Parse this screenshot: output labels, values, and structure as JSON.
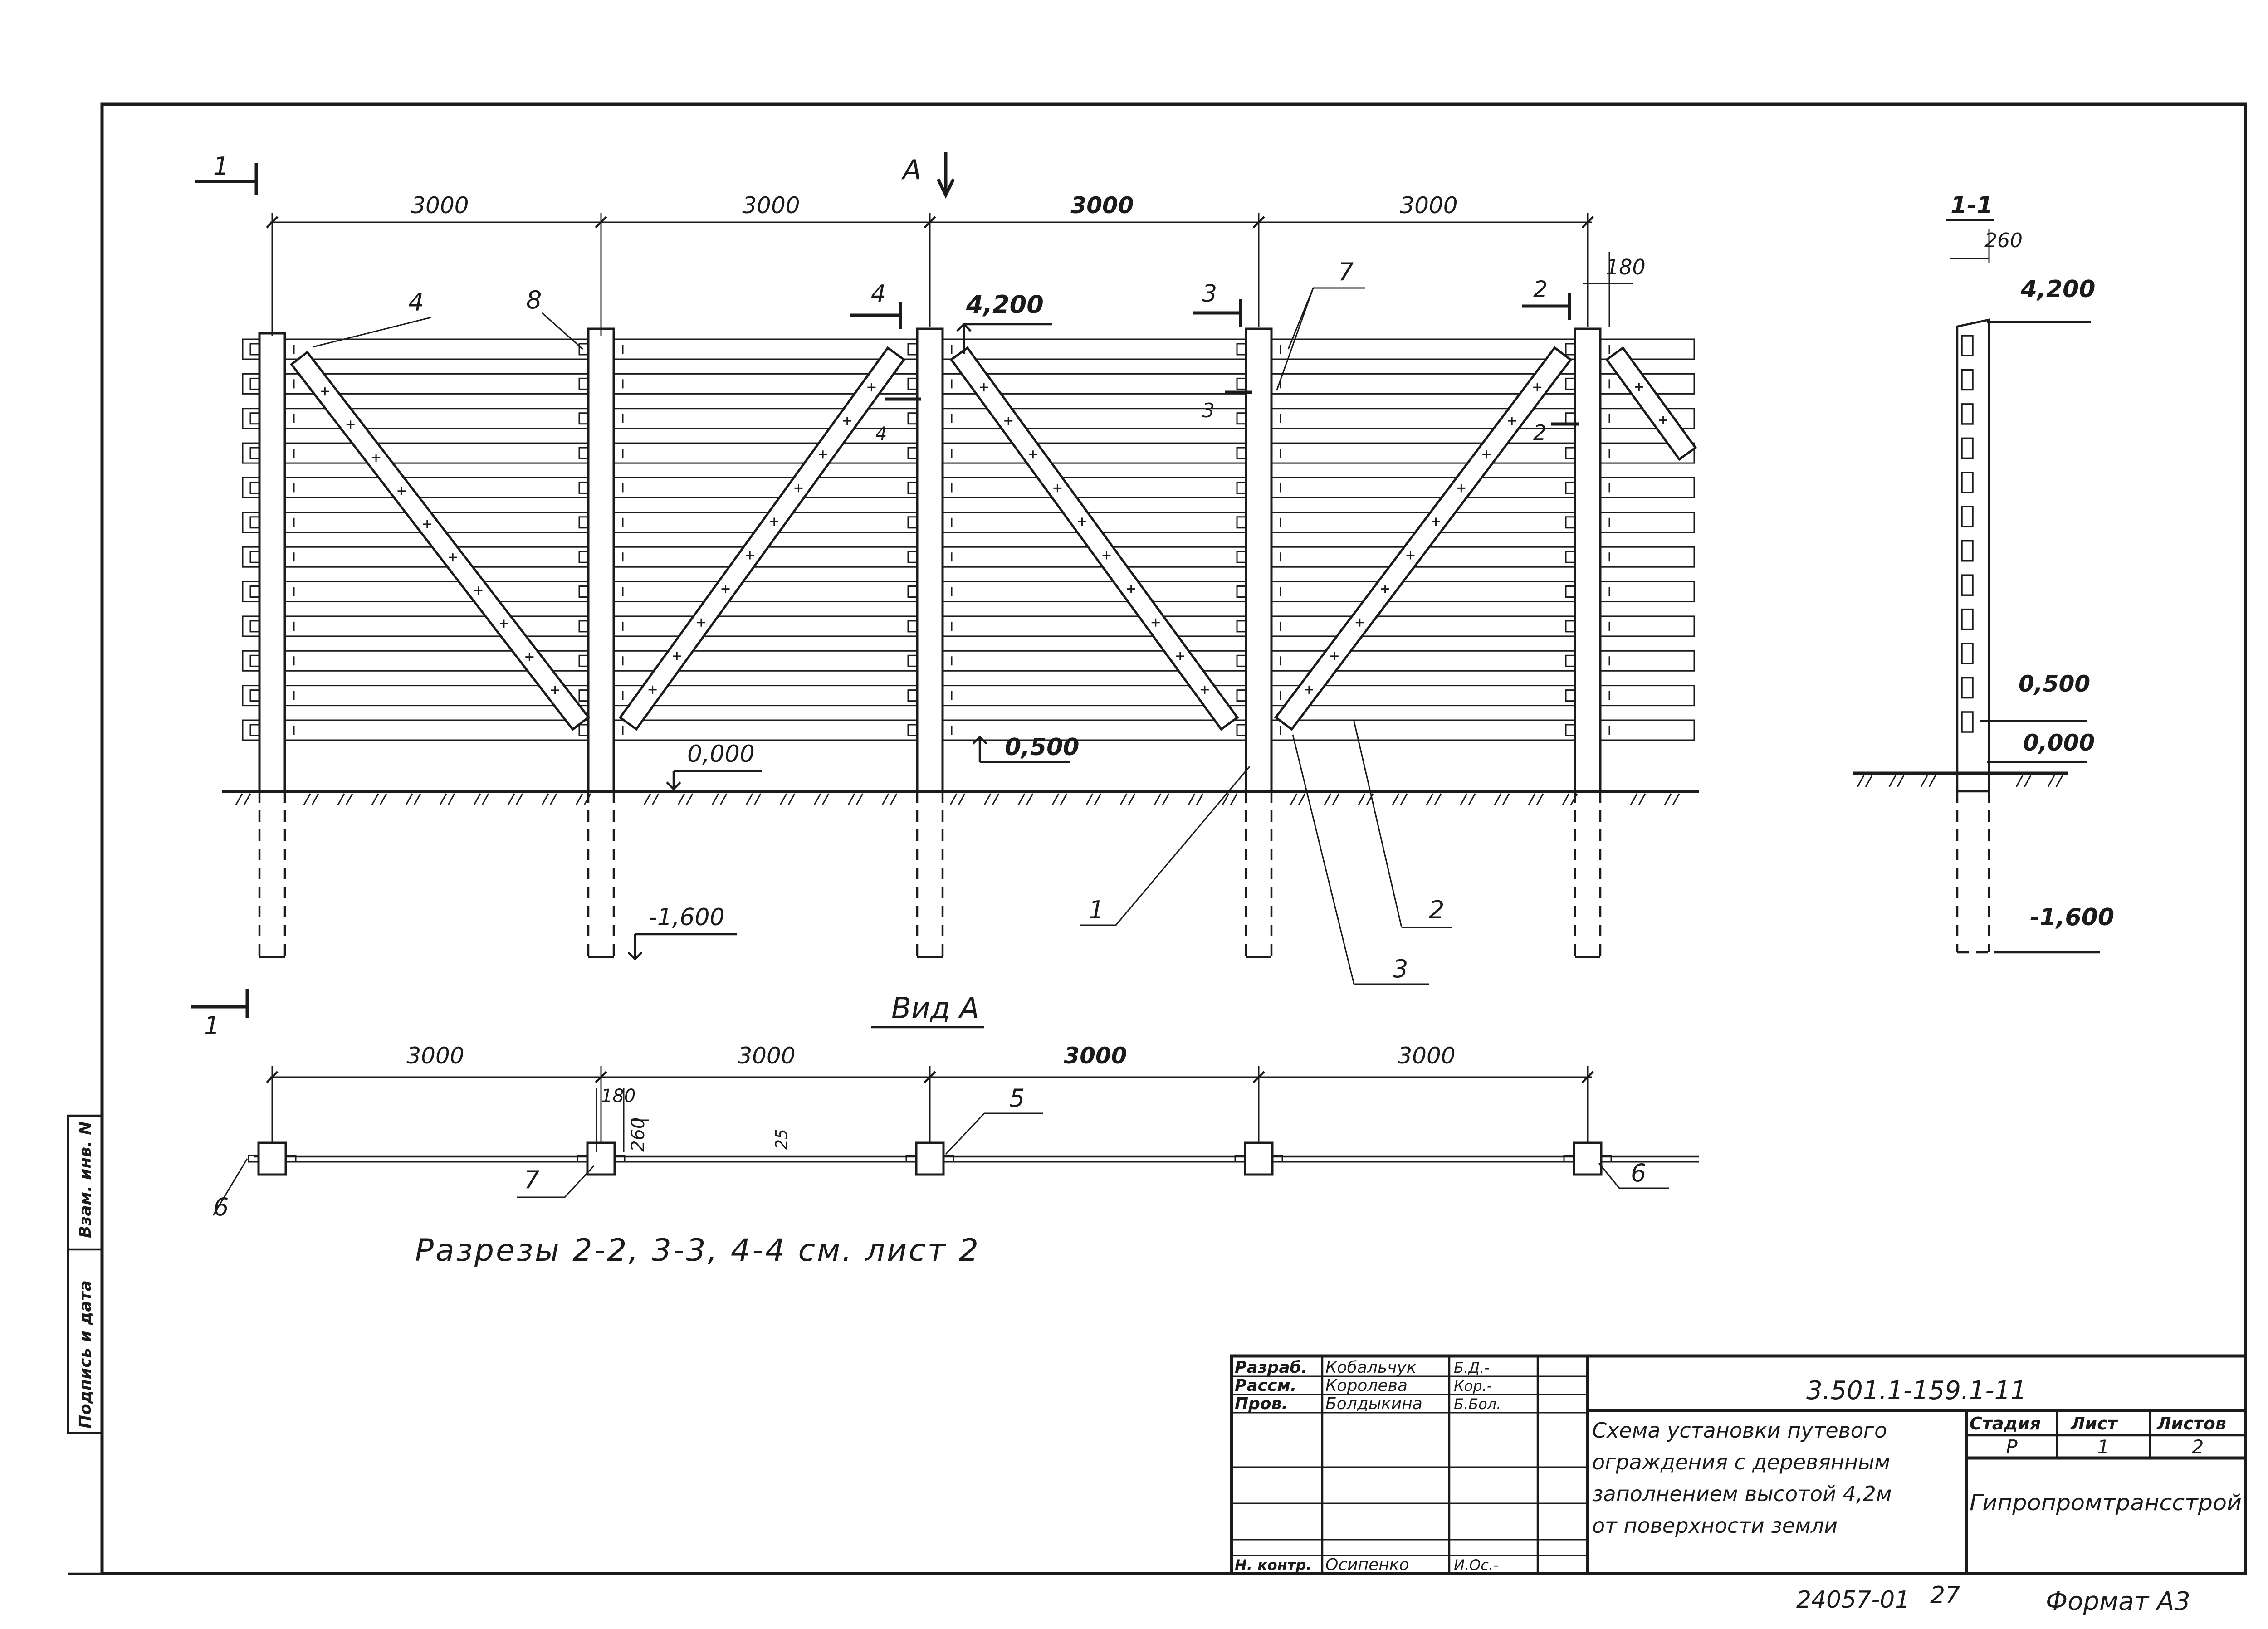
{
  "drawing": {
    "top_dims": [
      "3000",
      "3000",
      "3000",
      "3000"
    ],
    "section_marks": {
      "s1": "1",
      "s2": "2",
      "s3": "3",
      "s4": "4",
      "view": "A"
    },
    "post_gap": "180",
    "elevations": {
      "top": "4,200",
      "ground": "0,000",
      "bottom_board": "0,500",
      "foot": "-1,600"
    },
    "callouts": {
      "c1": "1",
      "c2": "2",
      "c3": "3",
      "c4": "4",
      "c7": "7",
      "c8": "8"
    },
    "section_view": {
      "title": "1-1",
      "width": "260",
      "top": "4,200",
      "mid": "0,500",
      "ground": "0,000",
      "bottom": "-1,600"
    },
    "plan_view": {
      "title": "Вид А",
      "dims": [
        "3000",
        "3000",
        "3000",
        "3000"
      ],
      "post_w": "180",
      "post_d": "260",
      "board": "25",
      "c5": "5",
      "c6a": "6",
      "c6b": "6",
      "c7": "7"
    },
    "note": "Разрезы 2-2, 3-3, 4-4 см. лист 2"
  },
  "side_stamp": {
    "cell1": "Взам. инв. N",
    "cell2": "Подпись и дата"
  },
  "title_block": {
    "roles": [
      {
        "role": "Разраб.",
        "name": "Кобальчук",
        "sign": "Б.Д.-"
      },
      {
        "role": "Рассм.",
        "name": "Королева",
        "sign": "Кор.-"
      },
      {
        "role": "Пров.",
        "name": "Болдыкина",
        "sign": "Б.Бол."
      },
      {
        "role": "Н. контр.",
        "name": "Осипенко",
        "sign": "И.Ос.-"
      }
    ],
    "doc_code": "3.501.1-159.1-11",
    "title_lines": [
      "Схема установки путевого",
      "ограждения с деревянным",
      "заполнением высотой 4,2м",
      "от поверхности земли"
    ],
    "headers": {
      "stage": "Стадия",
      "sheet": "Лист",
      "sheets": "Листов"
    },
    "values": {
      "stage": "Р",
      "sheet": "1",
      "sheets": "2"
    },
    "org": "Гипропромтрансстрой"
  },
  "footer": {
    "inventory": "24057-01",
    "page": "27",
    "format": "Формат А3"
  }
}
